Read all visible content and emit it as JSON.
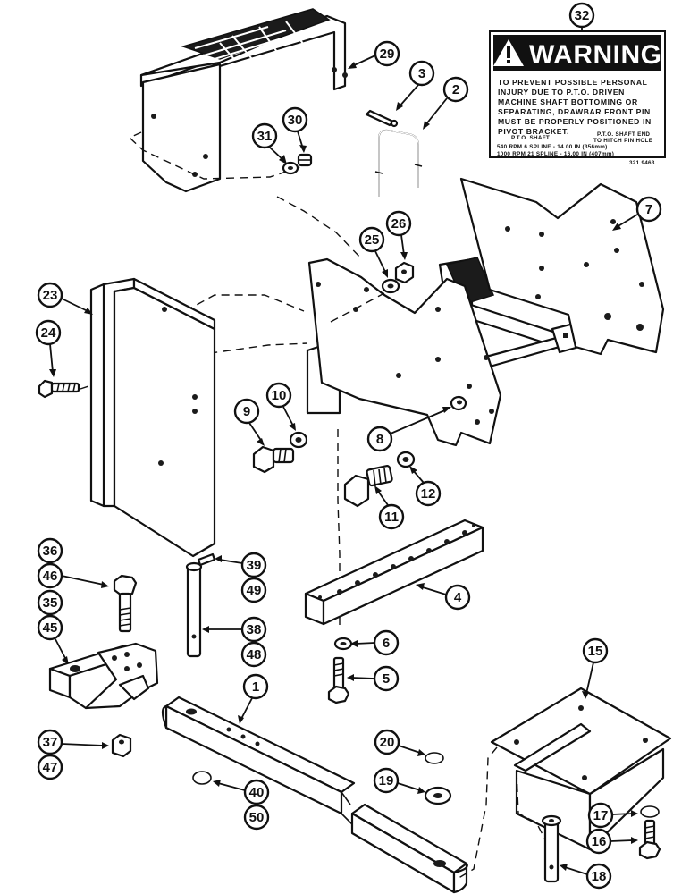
{
  "warning_label": {
    "callout": "32",
    "title": "WARNING",
    "lines": [
      "TO PREVENT POSSIBLE PERSONAL",
      "INJURY DUE TO P.T.O. DRIVEN",
      "MACHINE SHAFT BOTTOMING OR",
      "SEPARATING, DRAWBAR FRONT PIN",
      "MUST BE PROPERLY POSITIONED IN",
      "PIVOT BRACKET."
    ],
    "col_left_header": "P.T.O. SHAFT",
    "col_right_header_1": "P.T.O. SHAFT END",
    "col_right_header_2": "TO HITCH PIN HOLE",
    "row_1": "540 RPM  6 SPLINE  -  14.00 IN (356mm)",
    "row_2": "1000 RPM 21 SPLINE  -  16.00 IN (407mm)",
    "footer_code": "321    9463"
  },
  "callouts": {
    "c1": "1",
    "c2": "2",
    "c3": "3",
    "c4": "4",
    "c5": "5",
    "c6": "6",
    "c7": "7",
    "c8": "8",
    "c9": "9",
    "c10": "10",
    "c11": "11",
    "c12": "12",
    "c15": "15",
    "c16": "16",
    "c17": "17",
    "c18": "18",
    "c19": "19",
    "c20": "20",
    "c23": "23",
    "c24": "24",
    "c25": "25",
    "c26": "26",
    "c29": "29",
    "c30": "30",
    "c31": "31",
    "c35": "35",
    "c36": "36",
    "c37": "37",
    "c38": "38",
    "c39": "39",
    "c40": "40",
    "c45": "45",
    "c46": "46",
    "c47": "47",
    "c48": "48",
    "c49": "49",
    "c50": "50"
  }
}
